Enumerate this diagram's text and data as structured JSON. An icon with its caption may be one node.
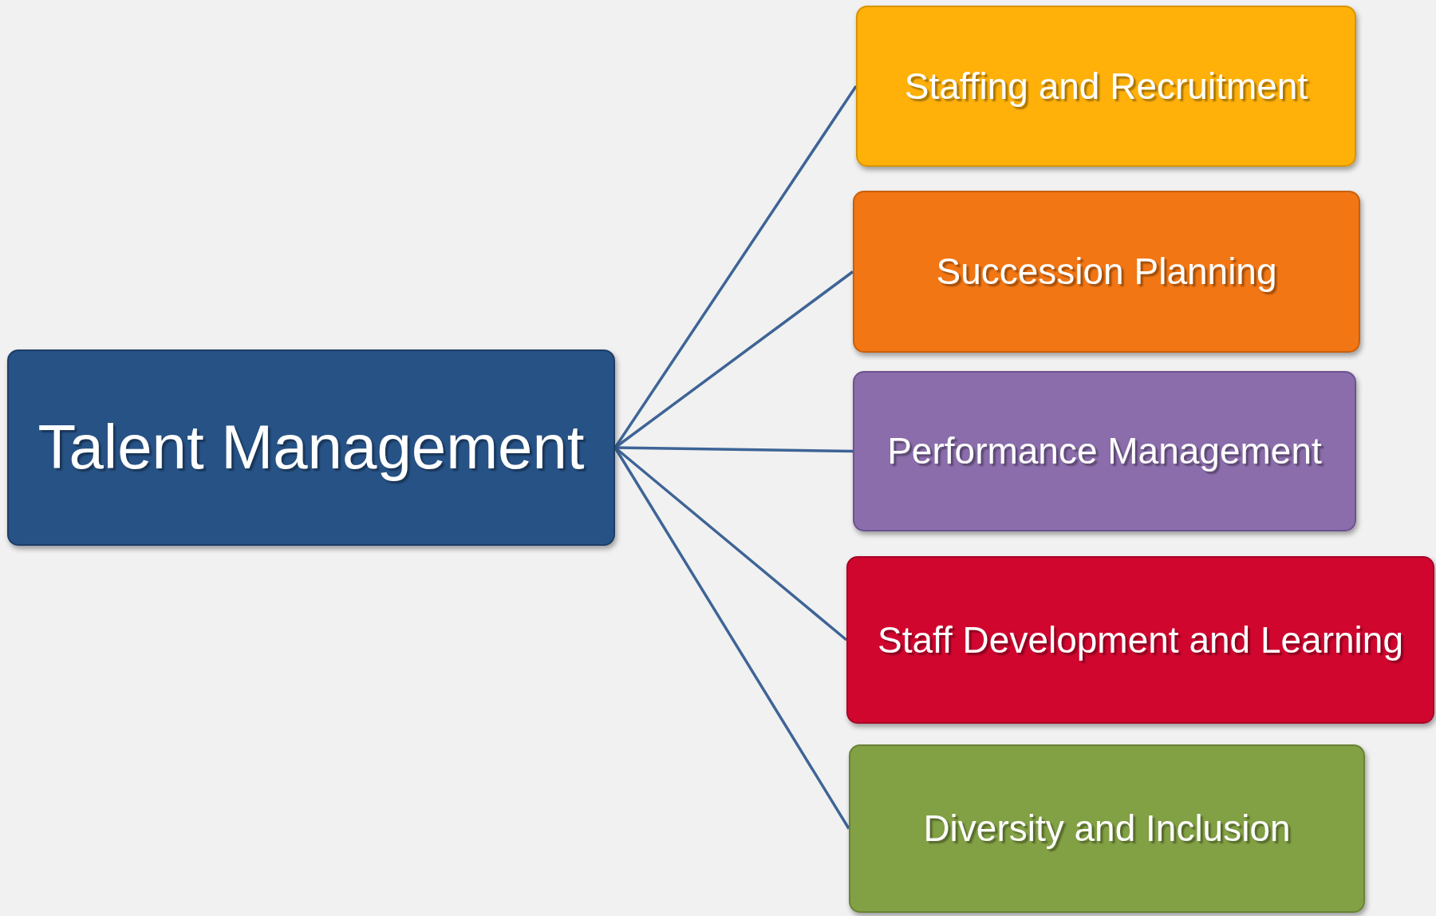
{
  "diagram": {
    "nodes": [
      {
        "text": [
          "Talent Management"
        ]
      },
      {
        "text": [
          "Staffing and Recruitment"
        ]
      },
      {
        "text": [
          "Succession Planning"
        ]
      },
      {
        "text": [
          "Performance Management"
        ]
      },
      {
        "text": [
          "Staff Development and Learning"
        ]
      },
      {
        "text": [
          "Diversity and Inclusion"
        ]
      }
    ],
    "edges": [
      {
        "from": 0,
        "to": 1,
        "arrow": "none"
      },
      {
        "from": 0,
        "to": 2,
        "arrow": "none"
      },
      {
        "from": 0,
        "to": 3,
        "arrow": "none"
      },
      {
        "from": 0,
        "to": 4,
        "arrow": "none"
      },
      {
        "from": 0,
        "to": 5,
        "arrow": "none"
      }
    ]
  }
}
